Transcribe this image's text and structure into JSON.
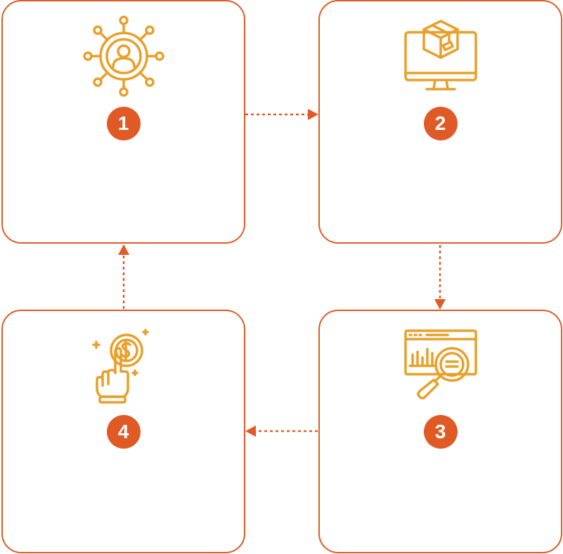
{
  "colors": {
    "accent": "#e05a25",
    "icon": "#e8a02a"
  },
  "steps": [
    {
      "number": "1",
      "icon": "network-user-icon"
    },
    {
      "number": "2",
      "icon": "monitor-package-icon"
    },
    {
      "number": "3",
      "icon": "browser-analytics-search-icon"
    },
    {
      "number": "4",
      "icon": "hand-tap-coin-icon"
    }
  ],
  "connectors": [
    {
      "from": "1",
      "to": "2",
      "direction": "right"
    },
    {
      "from": "2",
      "to": "3",
      "direction": "down"
    },
    {
      "from": "3",
      "to": "4",
      "direction": "left"
    },
    {
      "from": "4",
      "to": "1",
      "direction": "up"
    }
  ]
}
